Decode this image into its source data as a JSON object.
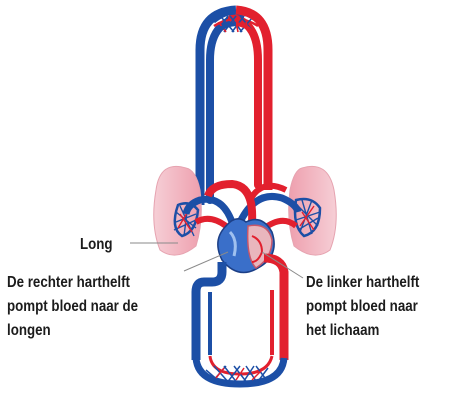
{
  "labels": {
    "lung": "Long",
    "right_heart": [
      "De rechter harthelft",
      "pompt bloed naar de",
      "longen"
    ],
    "left_heart": [
      "De linker harthelft",
      "pompt bloed naar",
      "het lichaam"
    ]
  },
  "colors": {
    "oxygenated": "#e2202e",
    "deoxygenated": "#1c4fa6",
    "lung_fill": "#f2b9c2",
    "leader_line": "#8a8a8a"
  }
}
